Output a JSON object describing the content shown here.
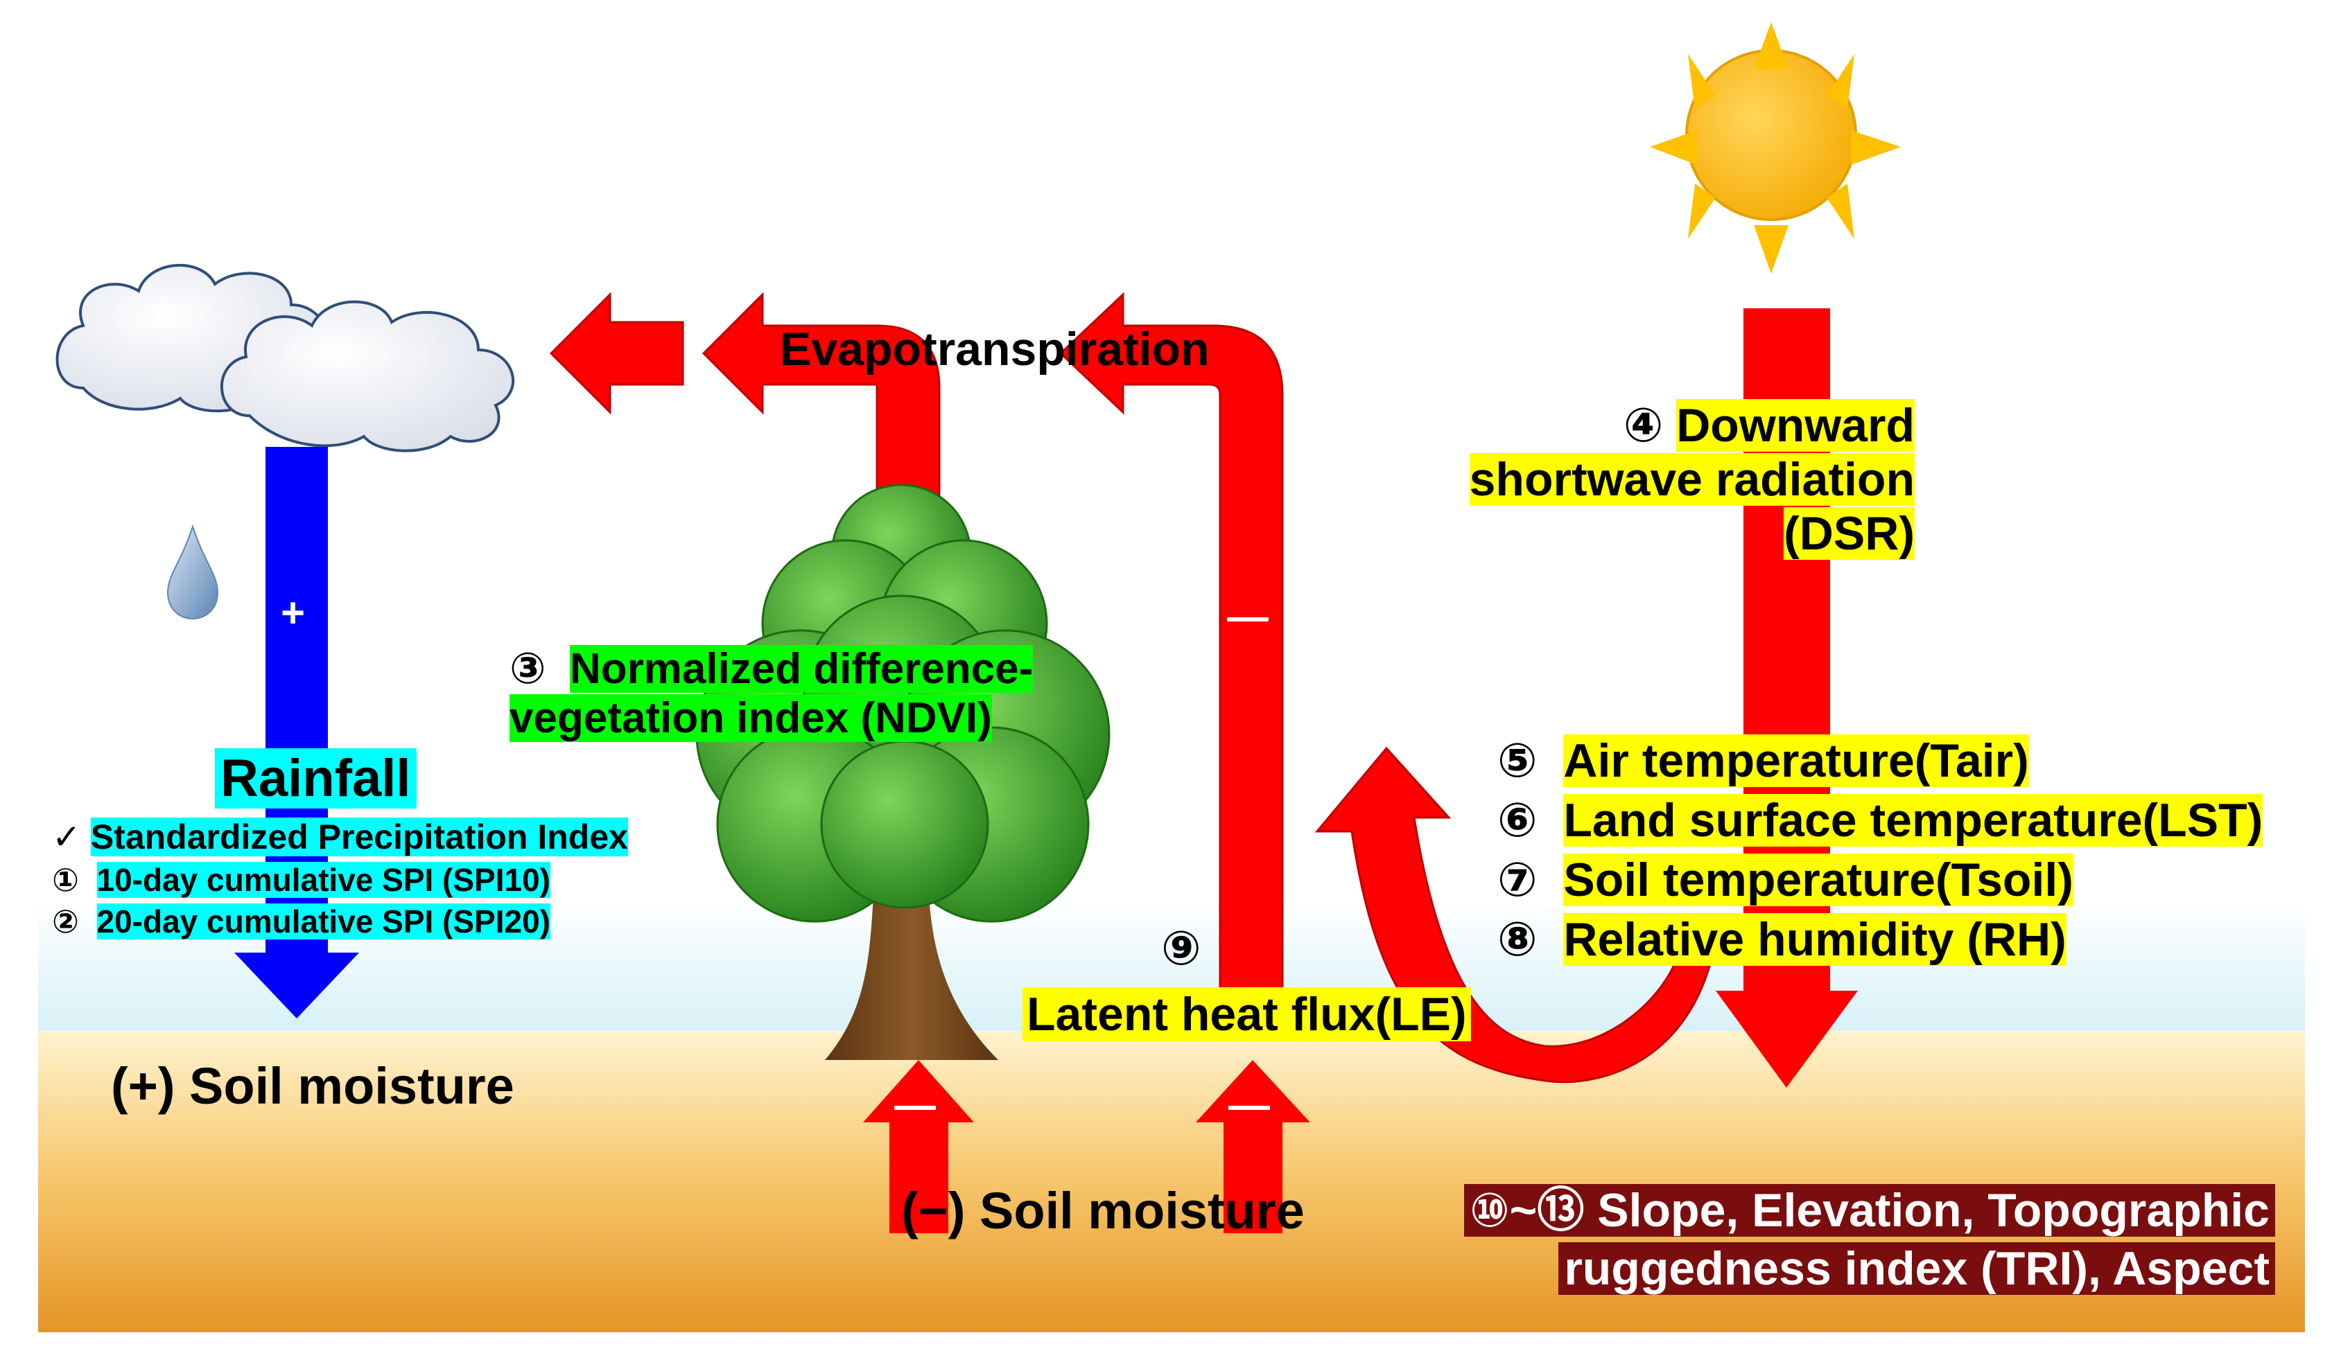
{
  "labels": {
    "evapotranspiration": "Evapotranspiration",
    "dsr_num": "④",
    "dsr_line1": "Downward",
    "dsr_line2": "shortwave radiation",
    "dsr_line3": "(DSR)",
    "ndvi_num": "③",
    "ndvi_line1": "Normalized difference-",
    "ndvi_line2": "vegetation index (NDVI)",
    "rainfall": "Rainfall",
    "spi_check": "✓",
    "spi_title": "Standardized Precipitation Index",
    "spi10_num": "①",
    "spi10": "10-day cumulative SPI (SPI10)",
    "spi20_num": "②",
    "spi20": "20-day cumulative SPI (SPI20)",
    "tair_num": "⑤",
    "tair": "Air temperature(Tair)",
    "lst_num": "⑥",
    "lst": "Land surface temperature(LST)",
    "tsoil_num": "⑦",
    "tsoil": "Soil temperature(Tsoil)",
    "rh_num": "⑧",
    "rh": "Relative humidity (RH)",
    "le_num": "⑨",
    "le": "Latent heat flux(LE)",
    "soil_pos": "(+) Soil moisture",
    "soil_neg": "(−) Soil moisture",
    "topo_line1": "⑩~⑬ Slope, Elevation, Topographic",
    "topo_line2": "ruggedness index (TRI), Aspect"
  },
  "signs": {
    "rain_arrow": "+",
    "le_arrow": "—",
    "tree_root_arrow": "—",
    "le_root_arrow": "—"
  },
  "colors": {
    "red_arrow": "#ff0000",
    "blue_arrow": "#0000ff",
    "sun": "#ffc000",
    "tree_green": "#2e9a1c",
    "trunk": "#7a4a1e",
    "soil_top": "#fff2cc",
    "soil_bottom": "#e69a28",
    "highlight_yellow": "#ffff00",
    "highlight_green": "#00ff00",
    "highlight_cyan": "#00ffff",
    "highlight_maroon": "#7a0d0d"
  },
  "icons": [
    "sun-icon",
    "cloud-icon",
    "raindrop-icon",
    "tree-icon"
  ]
}
